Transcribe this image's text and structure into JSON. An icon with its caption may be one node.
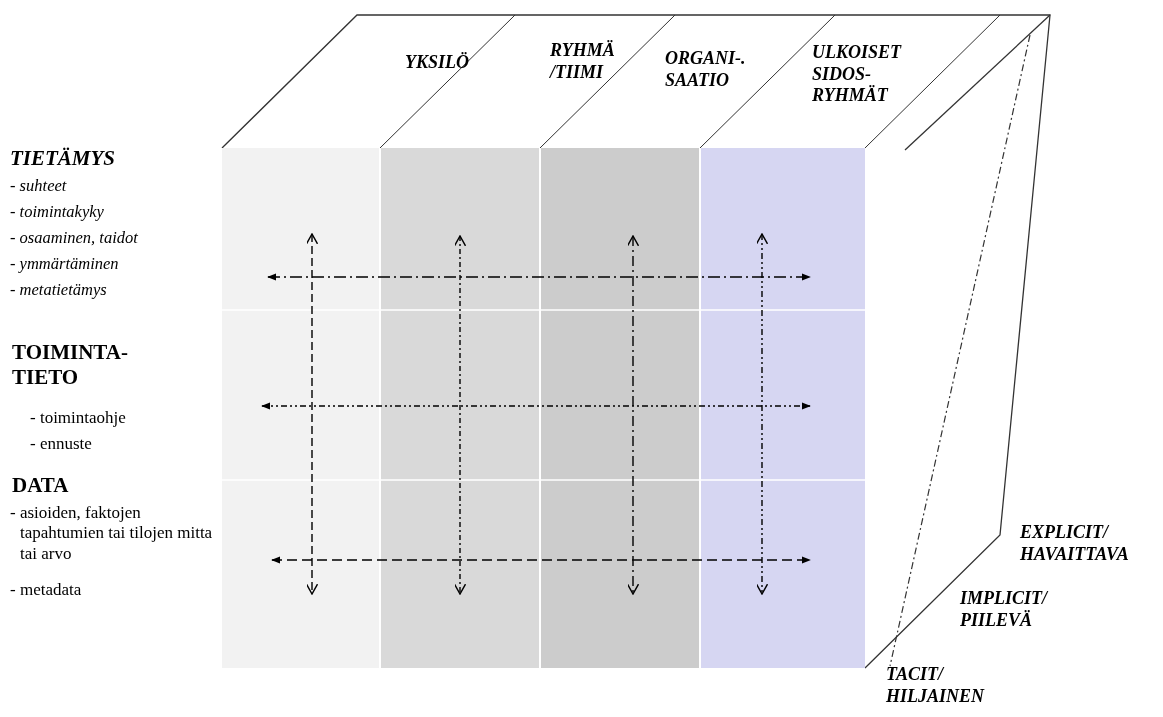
{
  "diagram": {
    "labels": [
      "YKSILÖ",
      "RYHMÄ /TIIMI",
      "ORGANI-. SAATIO",
      "ULKOISET SIDOS- RYHMÄT",
      "TIETÄMYS",
      "- suhteet",
      "- toimintakyky",
      "- osaaminen, taidot",
      "- ymmärtäminen",
      "- metatietämys",
      "TOIMINTA- TIETO",
      "- toimintaohje",
      "- ennuste",
      "DATA",
      "- asioiden, faktojen tapahtumien tai tilojen mitta tai arvo",
      "- metadata",
      "EXPLICIT/ HAVAITTAVA",
      "IMPLICIT/ PIILEVÄ",
      "TACIT/ HILJAINEN"
    ]
  }
}
